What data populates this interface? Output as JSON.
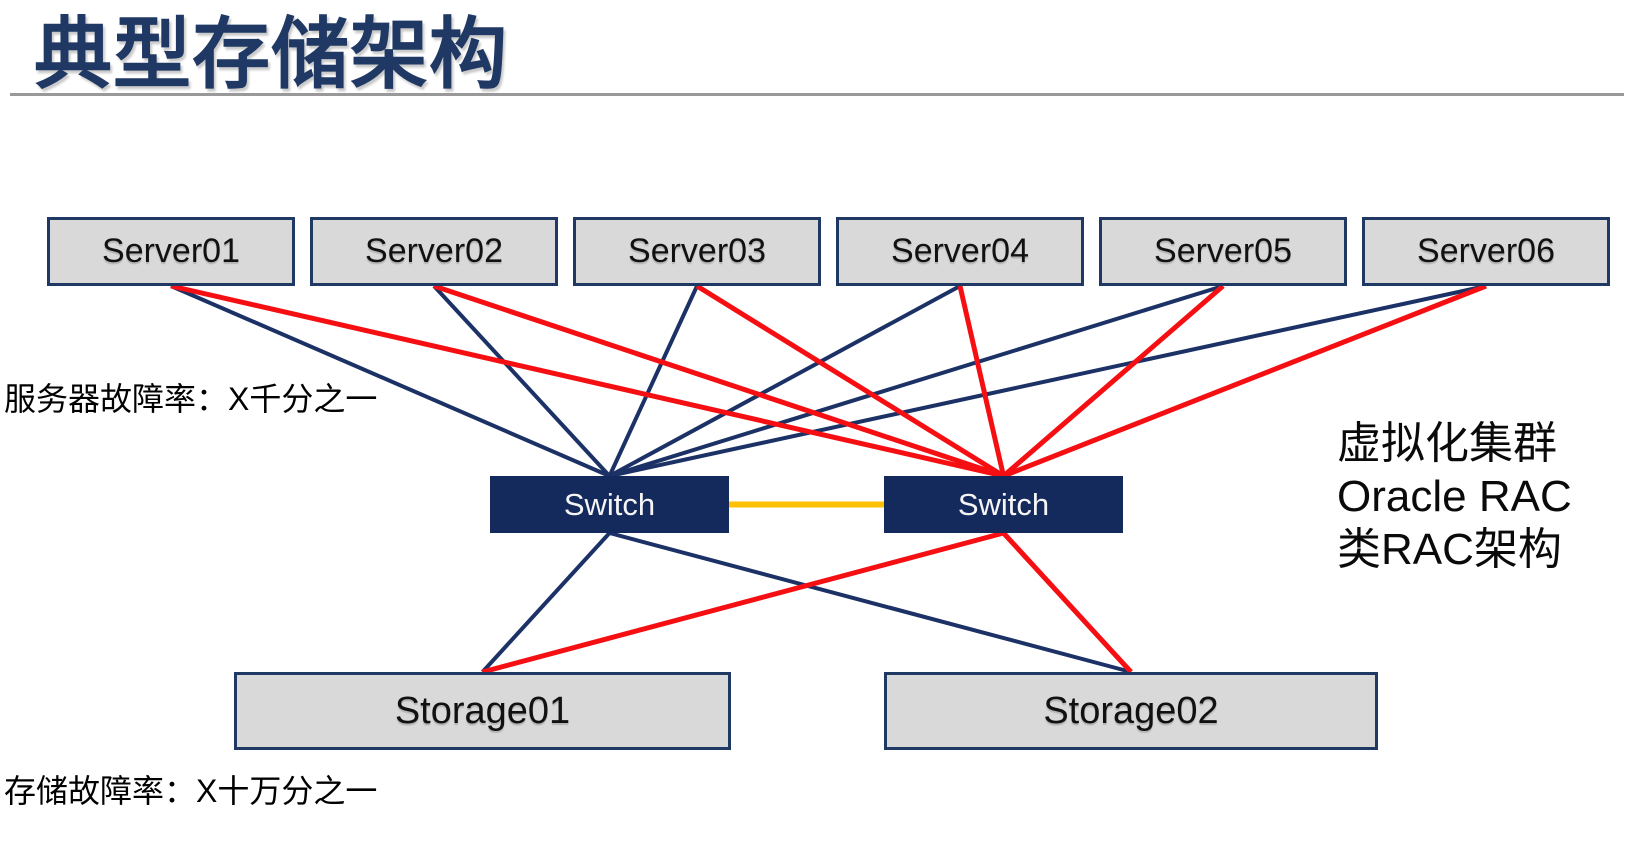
{
  "slide": {
    "title": "典型存储架构",
    "annotations": {
      "server_failure": "服务器故障率：X千分之一",
      "storage_failure": "存储故障率：X十万分之一",
      "right_note_lines": [
        "虚拟化集群",
        "Oracle RAC",
        "类RAC架构"
      ]
    }
  },
  "diagram": {
    "servers": [
      {
        "id": "server01",
        "label": "Server01"
      },
      {
        "id": "server02",
        "label": "Server02"
      },
      {
        "id": "server03",
        "label": "Server03"
      },
      {
        "id": "server04",
        "label": "Server04"
      },
      {
        "id": "server05",
        "label": "Server05"
      },
      {
        "id": "server06",
        "label": "Server06"
      }
    ],
    "switches": [
      {
        "id": "switch-a",
        "label": "Switch"
      },
      {
        "id": "switch-b",
        "label": "Switch"
      }
    ],
    "storages": [
      {
        "id": "storage01",
        "label": "Storage01"
      },
      {
        "id": "storage02",
        "label": "Storage02"
      }
    ],
    "colors": {
      "navy_line": "#1C3266",
      "red_line": "#F50F12",
      "interlink": "#FFC000",
      "box_fill": "#D9D9D9",
      "box_border": "#1F3864",
      "switch_fill": "#14295C",
      "title": "#1F3864"
    },
    "connections": [
      {
        "from": "server01",
        "to": "switch-a",
        "fromAnchor": "bottom",
        "toAnchor": "top",
        "color": "navy_line",
        "width": 4
      },
      {
        "from": "server02",
        "to": "switch-a",
        "fromAnchor": "bottom",
        "toAnchor": "top",
        "color": "navy_line",
        "width": 4
      },
      {
        "from": "server03",
        "to": "switch-a",
        "fromAnchor": "bottom",
        "toAnchor": "top",
        "color": "navy_line",
        "width": 4
      },
      {
        "from": "server04",
        "to": "switch-a",
        "fromAnchor": "bottom",
        "toAnchor": "top",
        "color": "navy_line",
        "width": 4
      },
      {
        "from": "server05",
        "to": "switch-a",
        "fromAnchor": "bottom",
        "toAnchor": "top",
        "color": "navy_line",
        "width": 4
      },
      {
        "from": "server06",
        "to": "switch-a",
        "fromAnchor": "bottom",
        "toAnchor": "top",
        "color": "navy_line",
        "width": 4
      },
      {
        "from": "switch-a",
        "to": "storage01",
        "fromAnchor": "bottom",
        "toAnchor": "top",
        "color": "navy_line",
        "width": 4
      },
      {
        "from": "switch-a",
        "to": "storage02",
        "fromAnchor": "bottom",
        "toAnchor": "top",
        "color": "navy_line",
        "width": 4
      },
      {
        "from": "switch-a",
        "to": "switch-b",
        "fromAnchor": "right",
        "toAnchor": "left",
        "color": "interlink",
        "width": 6
      },
      {
        "from": "server01",
        "to": "switch-b",
        "fromAnchor": "bottom",
        "toAnchor": "top",
        "color": "red_line",
        "width": 5
      },
      {
        "from": "server02",
        "to": "switch-b",
        "fromAnchor": "bottom",
        "toAnchor": "top",
        "color": "red_line",
        "width": 5
      },
      {
        "from": "server03",
        "to": "switch-b",
        "fromAnchor": "bottom",
        "toAnchor": "top",
        "color": "red_line",
        "width": 5
      },
      {
        "from": "server04",
        "to": "switch-b",
        "fromAnchor": "bottom",
        "toAnchor": "top",
        "color": "red_line",
        "width": 5
      },
      {
        "from": "server05",
        "to": "switch-b",
        "fromAnchor": "bottom",
        "toAnchor": "top",
        "color": "red_line",
        "width": 5
      },
      {
        "from": "server06",
        "to": "switch-b",
        "fromAnchor": "bottom",
        "toAnchor": "top",
        "color": "red_line",
        "width": 5
      },
      {
        "from": "switch-b",
        "to": "storage01",
        "fromAnchor": "bottom",
        "toAnchor": "top",
        "color": "red_line",
        "width": 5
      },
      {
        "from": "switch-b",
        "to": "storage02",
        "fromAnchor": "bottom",
        "toAnchor": "top",
        "color": "red_line",
        "width": 5
      }
    ]
  }
}
